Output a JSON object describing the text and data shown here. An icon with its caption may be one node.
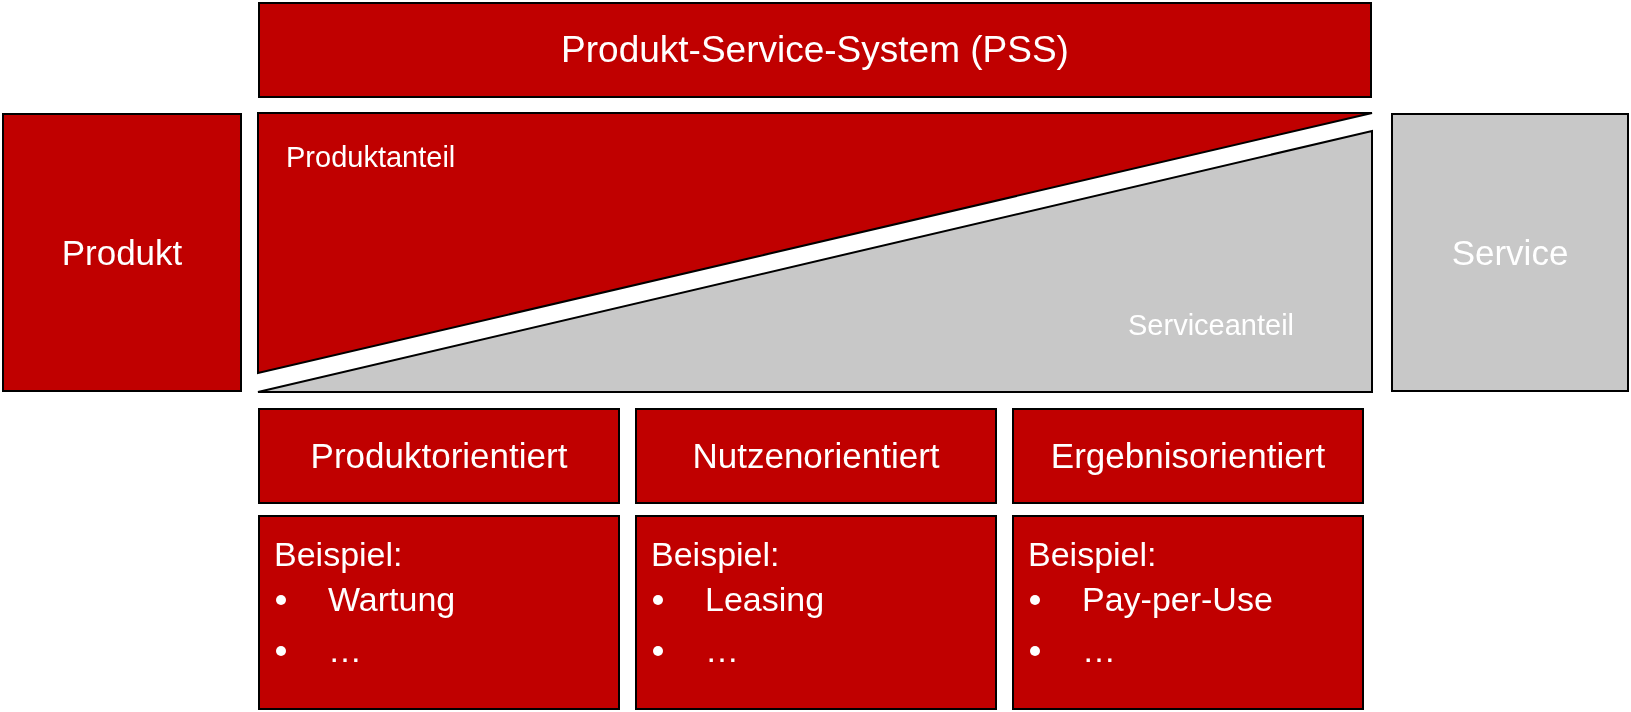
{
  "diagram": {
    "nodes": [
      {
        "text": [
          "Produkt-Service-System (PSS)"
        ]
      },
      {
        "text": [
          "Produkt"
        ]
      },
      {
        "text": [
          "Produktanteil"
        ]
      },
      {
        "text": [
          "Serviceanteil"
        ]
      },
      {
        "text": [
          "Service"
        ]
      },
      {
        "text": [
          "Produktorientiert"
        ]
      },
      {
        "text": [
          "Nutzenorientiert"
        ]
      },
      {
        "text": [
          "Ergebnisorientiert"
        ]
      },
      {
        "text": [
          "Beispiel:",
          "Wartung",
          "…"
        ]
      },
      {
        "text": [
          "Beispiel:",
          "Leasing",
          "…"
        ]
      },
      {
        "text": [
          "Beispiel:",
          "Pay-per-Use",
          "…"
        ]
      }
    ]
  }
}
